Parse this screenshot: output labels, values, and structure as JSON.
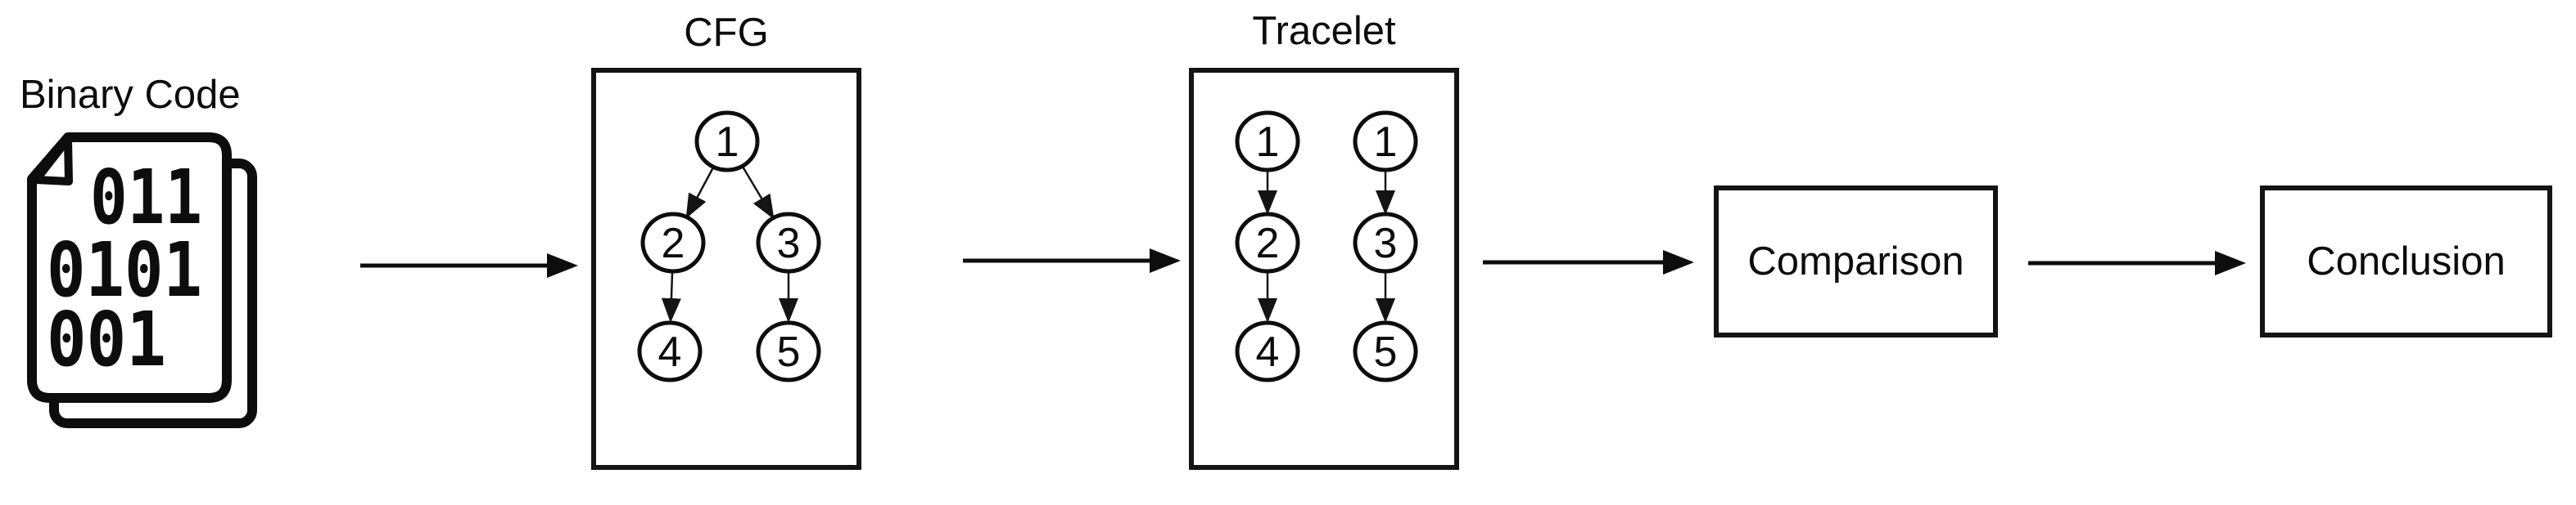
{
  "diagram": {
    "colors": {
      "ink": "#0d0d0d",
      "background": "#ffffff"
    },
    "binary": {
      "label": "Binary Code",
      "doc_lines": [
        "011",
        "0101",
        "001"
      ]
    },
    "cfg": {
      "title": "CFG",
      "node_labels": [
        "1",
        "2",
        "3",
        "4",
        "5"
      ],
      "edges": [
        [
          "1",
          "2"
        ],
        [
          "1",
          "3"
        ],
        [
          "2",
          "4"
        ],
        [
          "3",
          "5"
        ]
      ]
    },
    "tracelet": {
      "title": "Tracelet",
      "chains": [
        [
          "1",
          "2",
          "4"
        ],
        [
          "1",
          "3",
          "5"
        ]
      ]
    },
    "comparison": {
      "label": "Comparison"
    },
    "conclusion": {
      "label": "Conclusion"
    }
  }
}
